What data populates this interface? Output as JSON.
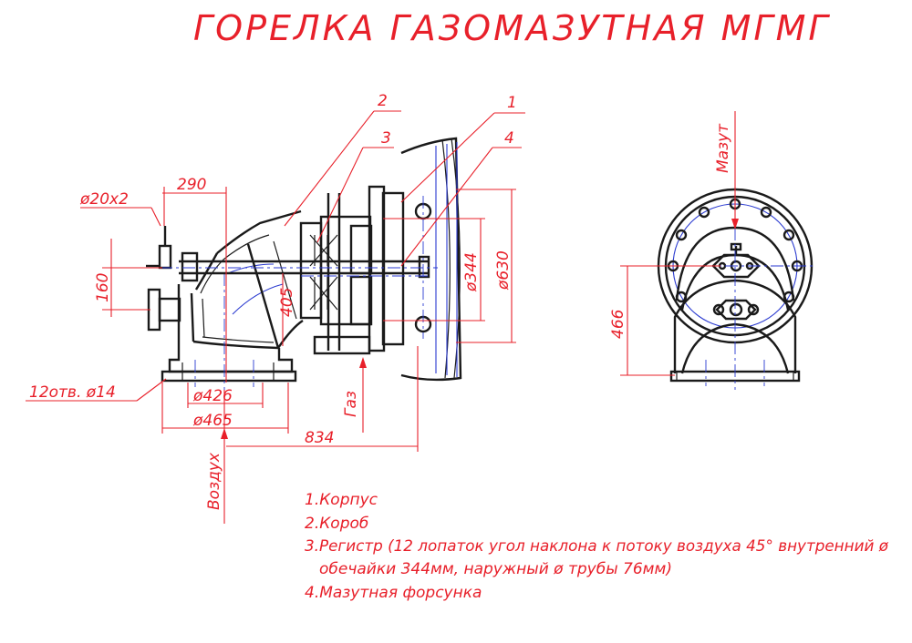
{
  "title": "ГОРЕЛКА ГАЗОМАЗУТНАЯ МГМГ",
  "callouts": [
    "1",
    "2",
    "3",
    "4"
  ],
  "dimensions": {
    "pipe": "ø20x2",
    "d290": "290",
    "d160": "160",
    "d405": "405",
    "d344": "ø344",
    "d630": "ø630",
    "holes": "12отв. ø14",
    "d426": "ø426",
    "d465": "ø465",
    "d834": "834",
    "d466": "466"
  },
  "flow_labels": {
    "gas": "Газ",
    "air": "Воздух",
    "fuel_oil": "Мазут"
  },
  "legend": [
    "1.Корпус",
    "2.Короб",
    "3.Регистр (12 лопаток угол наклона к потоку воздуха 45° внутренний ø",
    "обечайки 344мм, наружный ø трубы 76мм)",
    "4.Мазутная форсунка"
  ],
  "colors": {
    "annotation": "#e8202a",
    "outline": "#1a1a1a",
    "centerline": "#2a3ad0",
    "background": "#ffffff"
  }
}
